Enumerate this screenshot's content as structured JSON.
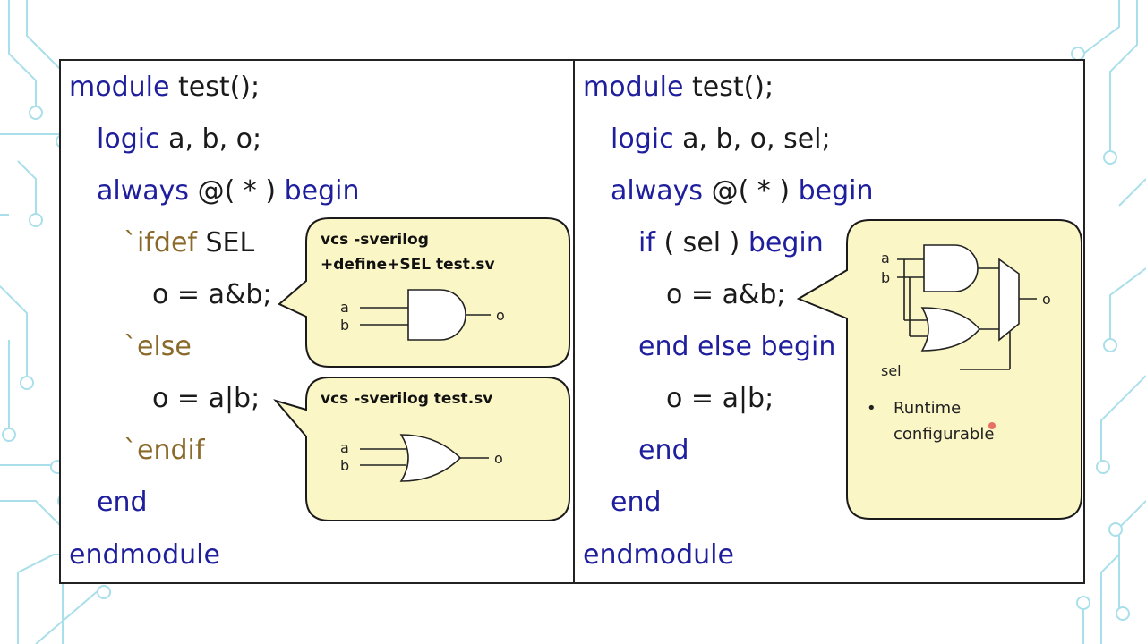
{
  "left_code": {
    "l1_kw": "module",
    "l1_rest": " test();",
    "l2_kw": "logic",
    "l2_rest": " a, b, o;",
    "l3_kw": "always",
    "l3_mid": " @( * ) ",
    "l3_kw2": "begin",
    "l4_pp": "`ifdef",
    "l4_rest": " SEL",
    "l5": "o = a&b;",
    "l6_pp": "`else",
    "l7": "o = a|b;",
    "l8_pp": "`endif",
    "l9_kw": "end",
    "l10_kw": "endmodule"
  },
  "right_code": {
    "l1_kw": "module",
    "l1_rest": " test();",
    "l2_kw": "logic",
    "l2_rest": " a, b, o, sel;",
    "l3_kw": "always",
    "l3_mid": " @( * ) ",
    "l3_kw2": "begin",
    "l4_kw": "if",
    "l4_mid": " ( sel ) ",
    "l4_kw2": "begin",
    "l5": "o = a&b;",
    "l6_kw": "end else begin",
    "l7": "o = a|b;",
    "l8_kw": "end",
    "l9_kw": "end",
    "l10_kw": "endmodule"
  },
  "callout_and": {
    "command_line1": "vcs -sverilog",
    "command_line2": "+define+SEL test.sv",
    "in_a": "a",
    "in_b": "b",
    "out": "o"
  },
  "callout_or": {
    "command": "vcs -sverilog test.sv",
    "in_a": "a",
    "in_b": "b",
    "out": "o"
  },
  "callout_mux": {
    "in_a": "a",
    "in_b": "b",
    "out": "o",
    "sel": "sel",
    "bullet": "•",
    "note_line1": "Runtime",
    "note_line2": "configurable"
  },
  "colors": {
    "keyword": "#1f1f9e",
    "preprocessor": "#8a6a2a",
    "callout_fill": "#fbf6c6",
    "circuit_trace": "#8fd3e3"
  }
}
